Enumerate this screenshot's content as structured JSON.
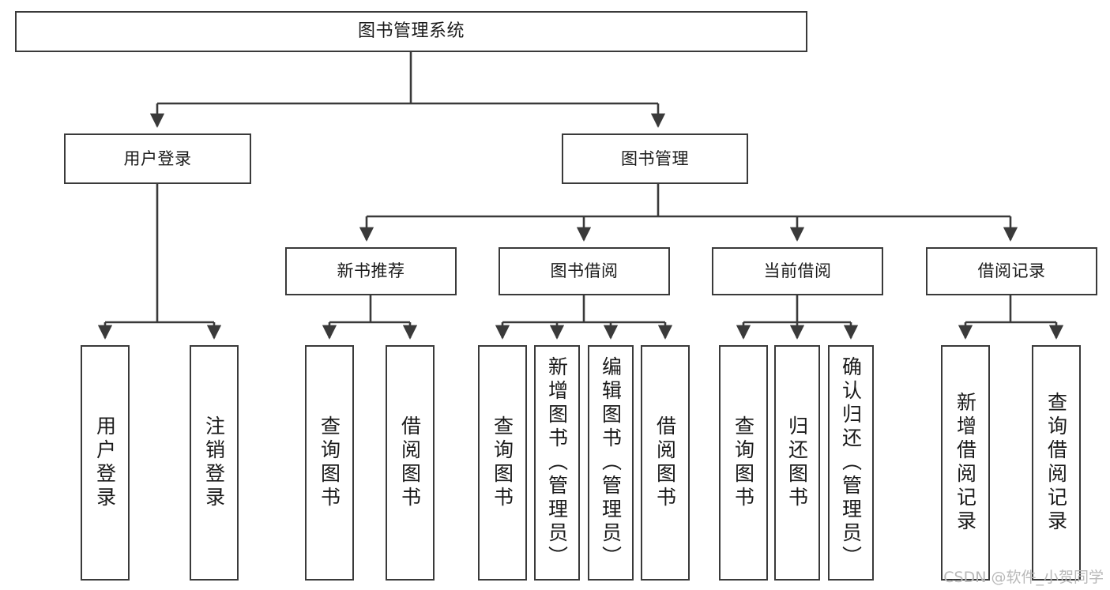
{
  "diagram": {
    "title": "图书管理系统",
    "type": "tree-hierarchy-chart",
    "colors": {
      "stroke": "#3a3a3a",
      "fill": "#ffffff",
      "text": "#1a1a1a",
      "watermark": "#b9b9b9"
    },
    "root": {
      "label": "图书管理系统"
    },
    "level2": [
      {
        "label": "用户登录"
      },
      {
        "label": "图书管理"
      }
    ],
    "level3": [
      {
        "label": "新书推荐"
      },
      {
        "label": "图书借阅"
      },
      {
        "label": "当前借阅"
      },
      {
        "label": "借阅记录"
      }
    ],
    "leaves": {
      "user_login": [
        {
          "label": "用户登录"
        },
        {
          "label": "注销登录"
        }
      ],
      "new_book_recommend": [
        {
          "label": "查询图书"
        },
        {
          "label": "借阅图书"
        }
      ],
      "book_borrow": [
        {
          "label": "查询图书"
        },
        {
          "label": "新增图书（管理员）"
        },
        {
          "label": "编辑图书（管理员）"
        },
        {
          "label": "借阅图书"
        }
      ],
      "current_borrow": [
        {
          "label": "查询图书"
        },
        {
          "label": "归还图书"
        },
        {
          "label": "确认归还（管理员）"
        }
      ],
      "borrow_record": [
        {
          "label": "新增借阅记录"
        },
        {
          "label": "查询借阅记录"
        }
      ]
    }
  },
  "watermark": {
    "text": "CSDN @软件_小贺同学"
  }
}
